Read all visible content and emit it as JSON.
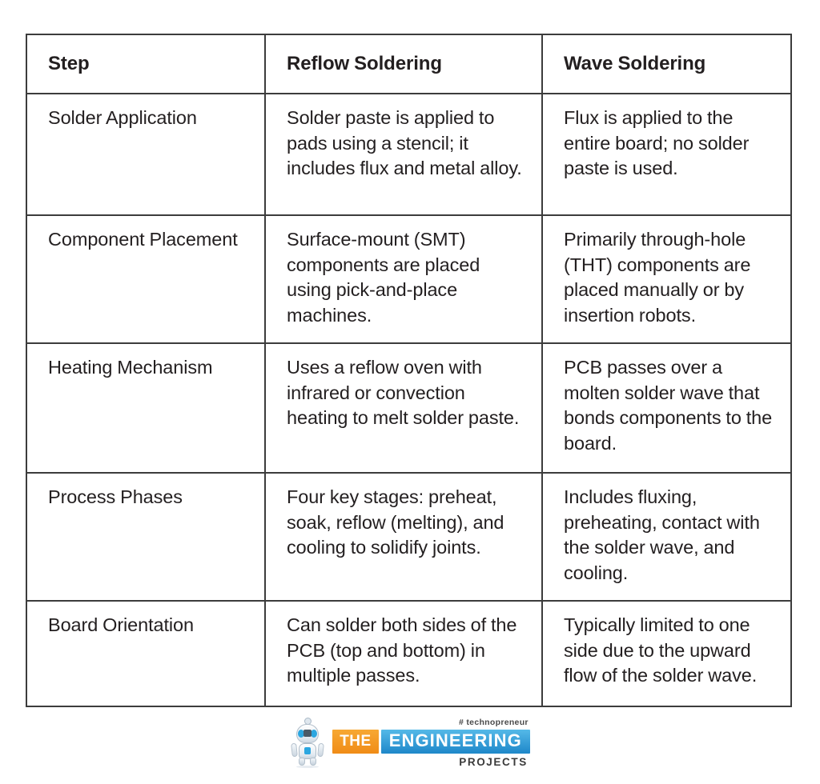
{
  "table": {
    "headers": [
      "Step",
      "Reflow Soldering",
      "Wave Soldering"
    ],
    "rows": [
      {
        "step": "Solder Application",
        "reflow": "Solder paste is applied to pads using a stencil; it includes flux and metal alloy.",
        "wave": "Flux is applied to the entire board; no solder paste is used."
      },
      {
        "step": "Component Placement",
        "reflow": "Surface-mount (SMT) components are placed using pick-and-place machines.",
        "wave": "Primarily through-hole (THT) components are placed manually or by insertion robots."
      },
      {
        "step": "Heating Mechanism",
        "reflow": "Uses a reflow oven with infrared or convection heating to melt solder paste.",
        "wave": "PCB passes over a molten solder wave that bonds components to the board."
      },
      {
        "step": "Process Phases",
        "reflow": "Four key stages: preheat, soak, reflow (melting), and cooling to solidify joints.",
        "wave": "Includes fluxing, preheating, contact with the solder wave, and cooling."
      },
      {
        "step": "Board Orientation",
        "reflow": "Can solder both sides of the PCB (top and bottom) in multiple passes.",
        "wave": "Typically limited to one side due to the upward flow of the solder wave."
      }
    ]
  },
  "footer": {
    "logo": {
      "tagline": "# technopreneur",
      "word_the": "THE",
      "word_engineering": "ENGINEERING",
      "word_projects": "PROJECTS",
      "mascot": "robot-mascot",
      "color_the": "#f08c17",
      "color_engineering": "#1e87c9",
      "color_text": "#3b3b3b"
    }
  },
  "style": {
    "border_color": "#3c3c3c",
    "text_color": "#231f20",
    "background": "#ffffff"
  }
}
